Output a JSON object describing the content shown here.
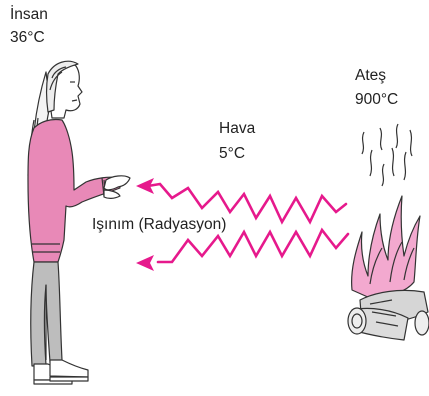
{
  "person": {
    "name": "İnsan",
    "temp": "36°C"
  },
  "air": {
    "name": "Hava",
    "temp": "5°C"
  },
  "fire": {
    "name": "Ateş",
    "temp": "900°C"
  },
  "radiation_label": "Işınım (Radyasyon)",
  "colors": {
    "wave": "#e6198c",
    "shirt": "#e889b7",
    "pants": "#bdbdbd",
    "flame": "#f3a9cf",
    "outline": "#333333"
  }
}
